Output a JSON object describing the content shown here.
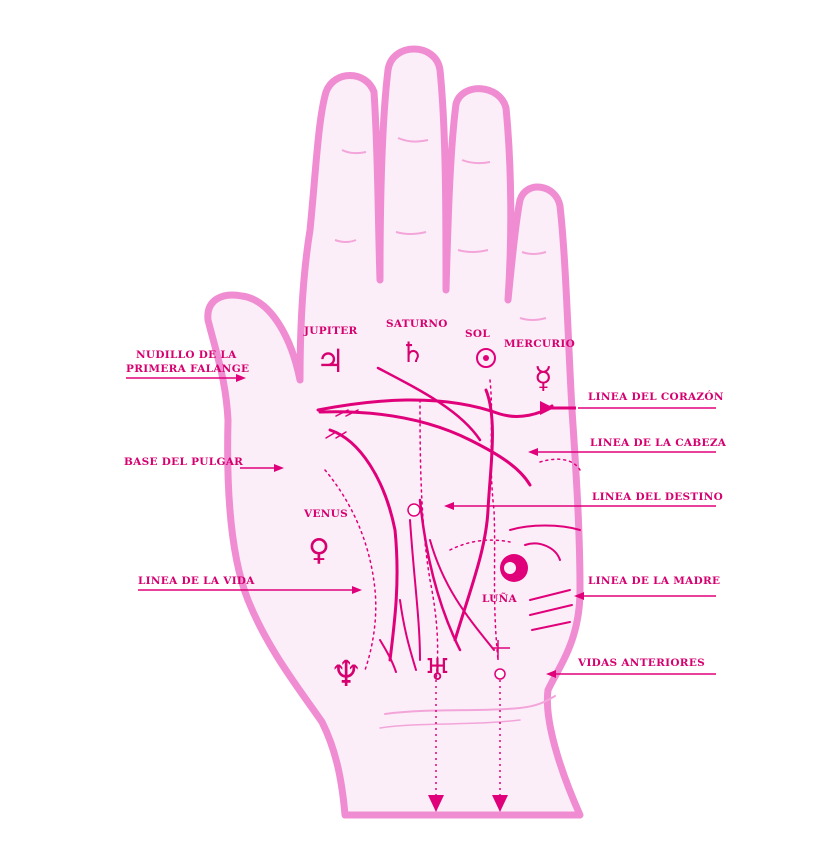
{
  "colors": {
    "accent": "#e6007e",
    "hand_fill": "#fbeef8",
    "hand_outline": "#f08cd2",
    "lines": "#e0007a"
  },
  "planets": {
    "jupiter": {
      "label": "JUPITER",
      "symbol": "♃"
    },
    "saturno": {
      "label": "SATURNO",
      "symbol": "♄"
    },
    "sol": {
      "label": "SOL",
      "symbol": "⊙"
    },
    "mercurio": {
      "label": "MERCURIO",
      "symbol": "☿"
    },
    "venus": {
      "label": "VENUS",
      "symbol": "♀"
    },
    "luna": {
      "label": "LUÑA"
    },
    "neptuno": {
      "symbol": "♆"
    },
    "urano": {
      "symbol": "♅"
    }
  },
  "annotations": {
    "nudillo_line1": "NUDILLO DE LA",
    "nudillo_line2": "PRIMERA FALANGE",
    "base_pulgar": "BASE DEL PULGAR",
    "linea_vida": "LINEA DE LA VIDA",
    "linea_corazon": "LINEA DEL CORAZÓN",
    "linea_cabeza": "LINEA DE LA CABEZA",
    "linea_destino": "LINEA DEL DESTINO",
    "linea_madre": "LINEA DE LA MADRE",
    "vidas_anteriores": "VIDAS ANTERIORES"
  }
}
